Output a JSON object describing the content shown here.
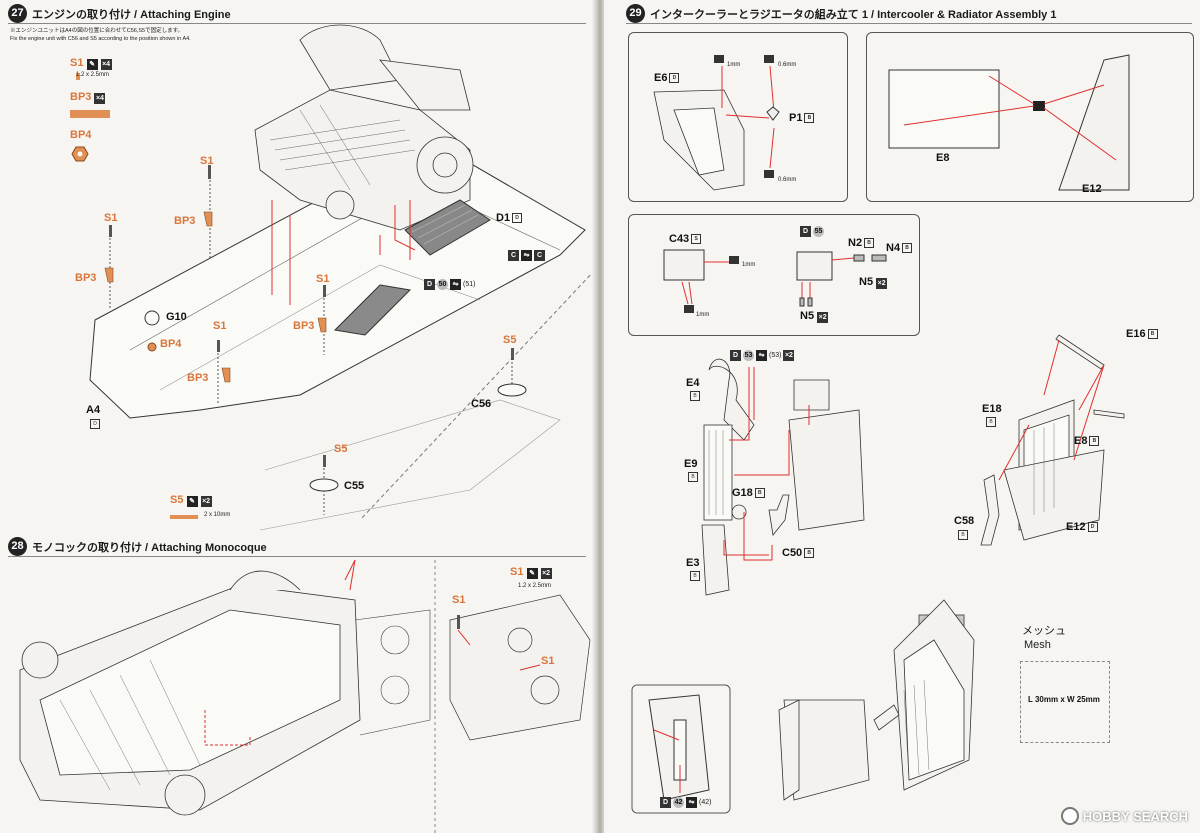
{
  "left": {
    "step27": {
      "number": "27",
      "title": "エンジンの取り付け / Attaching Engine",
      "note_jp": "※エンジンユニットはA4の図の位置に合わせてC56,S5で固定します。",
      "note_en1": "Fix the engine unit with C56 and S5 according to the position shown in A4.",
      "parts": {
        "s1": "S1",
        "s1_qty": "×4",
        "s1_size": "1.2 x 2.5mm",
        "bp3": "BP3",
        "bp3_qty": "×4",
        "bp4": "BP4",
        "s5": "S5",
        "s5_qty": "×2",
        "s5_size": "2 x 10mm"
      },
      "callouts": {
        "s1_a": "S1",
        "s1_b": "S1",
        "s1_c": "S1",
        "s1_d": "S1",
        "bp3_a": "BP3",
        "bp3_b": "BP3",
        "bp3_c": "BP3",
        "bp3_d": "BP3",
        "bp4": "BP4",
        "g10": "G10",
        "a4": "A4",
        "a4_tag": "D",
        "d1": "D1",
        "d1_tag": "D",
        "cc": "C",
        "cc2": "C",
        "d50": "D",
        "d50n": "50",
        "d50ref": "(51)",
        "s5_a": "S5",
        "s5_b": "S5",
        "c56": "C56",
        "c55": "C55"
      }
    },
    "step28": {
      "number": "28",
      "title": "モノコックの取り付け / Attaching Monocoque",
      "parts": {
        "s1": "S1",
        "s1_qty": "×2",
        "s1_size": "1.2 x 2.5mm"
      },
      "callouts": {
        "s1_a": "S1",
        "s1_b": "S1"
      }
    }
  },
  "right": {
    "step29": {
      "number": "29",
      "title": "インタークーラーとラジエータの組み立て 1 / Intercooler & Radiator Assembly 1",
      "panel1": {
        "e6": "E6",
        "e6_tag": "D",
        "p1": "P1",
        "p1_tag": "B",
        "t1": "1mm",
        "t2": "0.6mm",
        "t3": "0.6mm"
      },
      "panel2": {
        "e8": "E8",
        "e12": "E12"
      },
      "panel3": {
        "c43": "C43",
        "c43_tag": "S",
        "t1": "1mm",
        "t2": "1mm",
        "d55": "D",
        "d55n": "55",
        "n2": "N2",
        "n2_tag": "B",
        "n4": "N4",
        "n4_tag": "B",
        "n5a": "N5",
        "n5a_qty": "×2",
        "n5b": "N5",
        "n5b_qty": "×2"
      },
      "main": {
        "d53": "D",
        "d53n": "53",
        "d53ref": "(53)",
        "d53qty": "×2",
        "e4": "E4",
        "e4_tag": "B",
        "e9": "E9",
        "e9_tag": "B",
        "e3": "E3",
        "e3_tag": "B",
        "g18": "G18",
        "g18_tag": "B",
        "c50": "C50",
        "c50_tag": "B",
        "e16": "E16",
        "e16_tag": "B",
        "e18": "E18",
        "e18_tag": "B",
        "e8": "E8",
        "e8_tag": "B",
        "c58": "C58",
        "c58_tag": "B",
        "e12": "E12",
        "e12_tag": "D"
      },
      "mesh": {
        "jp": "メッシュ",
        "en": "Mesh",
        "size": "L 30mm x W 25mm"
      },
      "bottom": {
        "d42": "D",
        "d42n": "42",
        "d42ref": "(42)"
      }
    },
    "brand": "HOBBY SEARCH"
  }
}
